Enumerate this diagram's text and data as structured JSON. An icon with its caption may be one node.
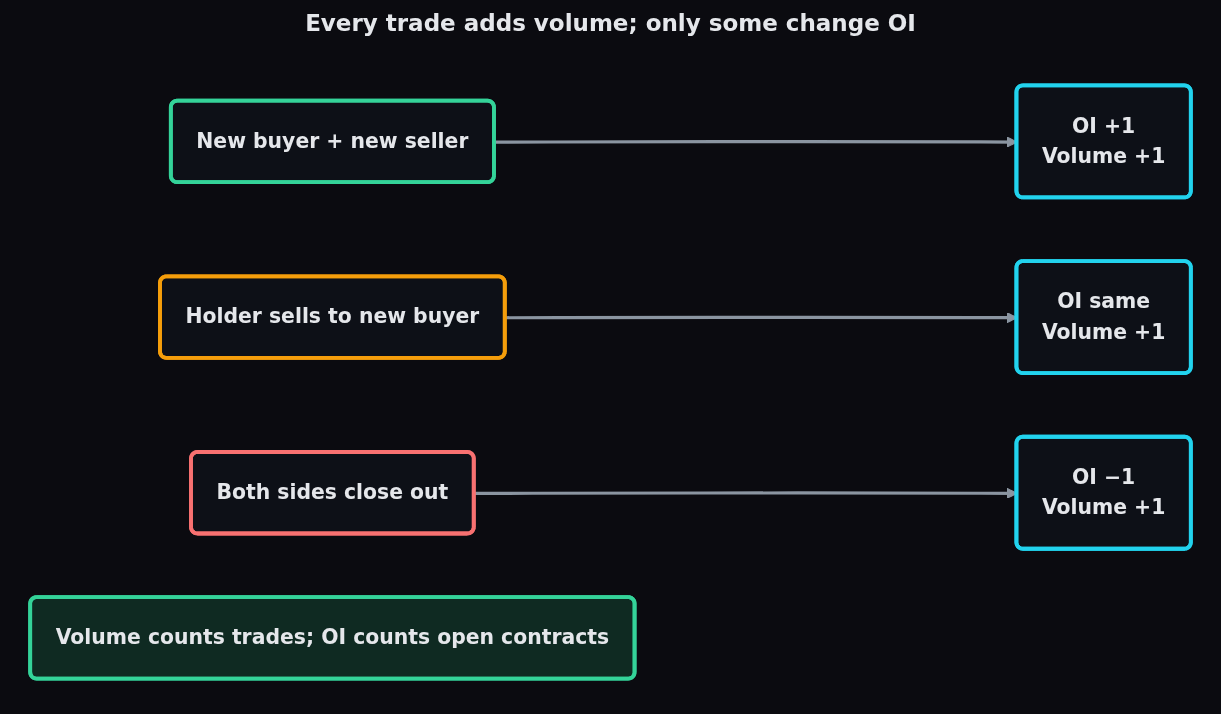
{
  "diagram": {
    "title": "Every trade adds volume; only some change OI",
    "nodes": [
      {
        "text": [
          "New buyer + new seller"
        ]
      },
      {
        "text": [
          "OI +1",
          "Volume +1"
        ]
      },
      {
        "text": [
          "Holder sells to new buyer"
        ]
      },
      {
        "text": [
          "OI same",
          "Volume +1"
        ]
      },
      {
        "text": [
          "Both sides close out"
        ]
      },
      {
        "text": [
          "OI −1",
          "Volume +1"
        ]
      },
      {
        "text": [
          "Volume counts trades; OI counts open contracts"
        ]
      }
    ],
    "edges": [
      {
        "from": 0,
        "to": 1,
        "arrow": "to"
      },
      {
        "from": 2,
        "to": 3,
        "arrow": "to"
      },
      {
        "from": 4,
        "to": 5,
        "arrow": "to"
      }
    ]
  }
}
